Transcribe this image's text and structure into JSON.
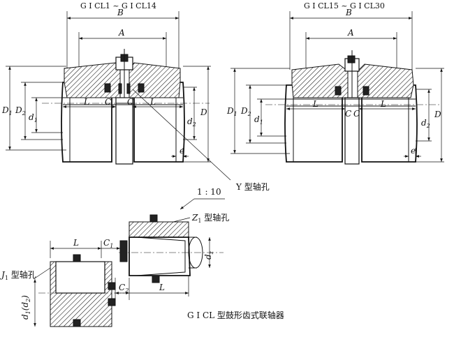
{
  "figure": {
    "caption": "G Ⅰ CL 型鼓形齿式联轴器",
    "left_view": {
      "title": "G Ⅰ CL1 ~ G Ⅰ CL14",
      "dim_B": "B",
      "dim_A": "A",
      "dim_D1": "D",
      "dim_D1_sub": "1",
      "dim_D2": "D",
      "dim_D2_sub": "2",
      "dim_d1": "d",
      "dim_d1_sub": "1",
      "dim_d2": "d",
      "dim_d2_sub": "2",
      "dim_D": "D",
      "dim_L_left": "L",
      "dim_L_right": "L",
      "dim_C_left": "C",
      "dim_C_right": "C",
      "dim_e": "e"
    },
    "right_view": {
      "title": "G Ⅰ CL15 ~ G Ⅰ CL30",
      "dim_B": "B",
      "dim_A": "A",
      "dim_D1": "D",
      "dim_D1_sub": "1",
      "dim_D2": "D",
      "dim_D2_sub": "2",
      "dim_d1": "d",
      "dim_d1_sub": "1",
      "dim_d2": "d",
      "dim_d2_sub": "2",
      "dim_D": "D",
      "dim_L_left": "L",
      "dim_L_right": "L",
      "dim_C_left": "C",
      "dim_C_right": "C",
      "dim_e": "e"
    },
    "y_bore_label": "Y 型轴孔",
    "taper_ratio": "1 : 10",
    "z1_bore_label": "型轴孔",
    "z1_symbol": "Z",
    "z1_sub": "1",
    "j1_bore_label": "型轴孔",
    "j1_symbol": "J",
    "j1_sub": "1",
    "bottom_dims": {
      "L_top": "L",
      "L_bottom": "L",
      "C1": "C",
      "C1_sub": "1",
      "C2": "C",
      "C2_sub": "2",
      "dz": "d",
      "dz_sub": "z",
      "d1d2": "d",
      "d1d2_sub1": "1",
      "d1d2_mid": "(d",
      "d1d2_sub2": "2",
      "d1d2_end": ")"
    }
  }
}
